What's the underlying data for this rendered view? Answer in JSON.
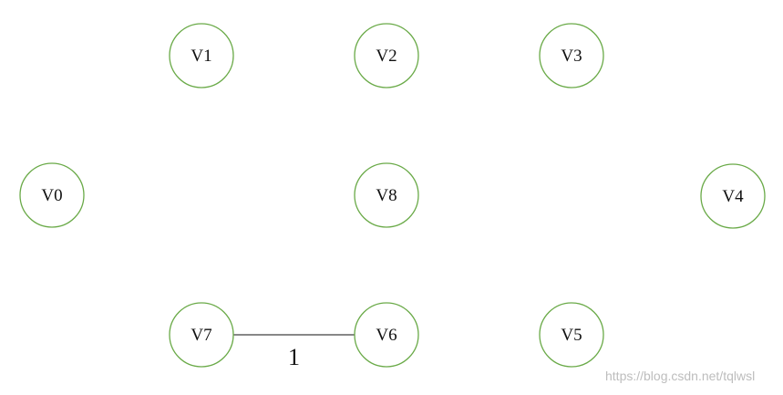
{
  "graph": {
    "nodes": [
      {
        "id": "V0",
        "label": "V0"
      },
      {
        "id": "V1",
        "label": "V1"
      },
      {
        "id": "V2",
        "label": "V2"
      },
      {
        "id": "V3",
        "label": "V3"
      },
      {
        "id": "V4",
        "label": "V4"
      },
      {
        "id": "V5",
        "label": "V5"
      },
      {
        "id": "V6",
        "label": "V6"
      },
      {
        "id": "V7",
        "label": "V7"
      },
      {
        "id": "V8",
        "label": "V8"
      }
    ],
    "edges": [
      {
        "from": "V7",
        "to": "V6",
        "weight": "1"
      }
    ],
    "node_stroke_color": "#6aaa48",
    "edge_color": "#111111"
  },
  "watermark": "https://blog.csdn.net/tqlwsl"
}
